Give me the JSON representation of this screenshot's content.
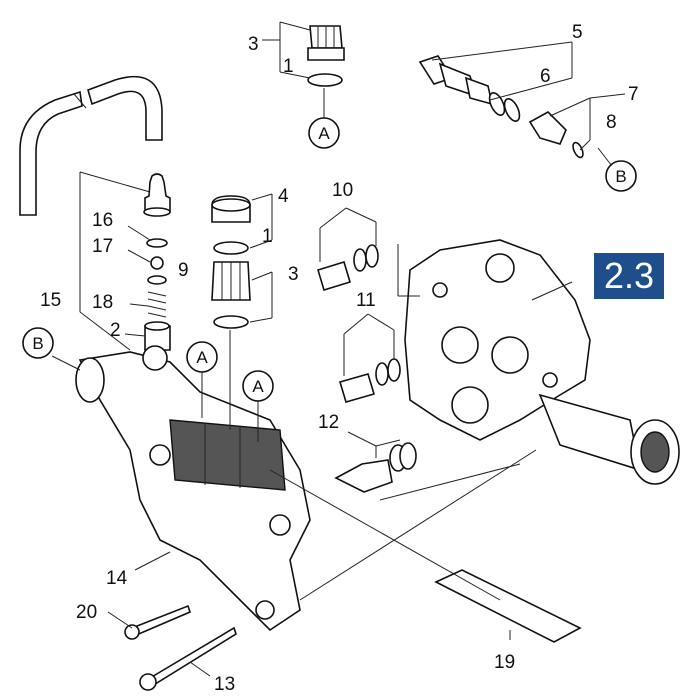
{
  "section_badge": "2.3",
  "part_numbers": {
    "p1": "1",
    "p2": "2",
    "p3": "3",
    "p4": "4",
    "p5": "5",
    "p6": "6",
    "p7": "7",
    "p8": "8",
    "p9": "9",
    "p10": "10",
    "p11": "11",
    "p12": "12",
    "p13": "13",
    "p14": "14",
    "p15": "15",
    "p16": "16",
    "p17": "17",
    "p18": "18",
    "p19": "19",
    "p20": "20"
  },
  "references": {
    "a": "A",
    "b": "B"
  },
  "colors": {
    "badge": "#1f4e8c",
    "line": "#111111"
  }
}
